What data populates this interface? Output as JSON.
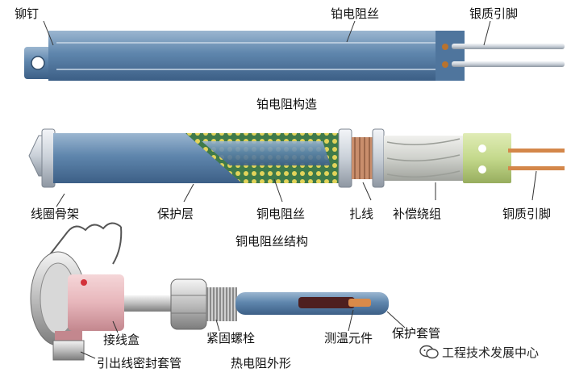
{
  "diagram1": {
    "caption": "铂电阻构造",
    "labels": {
      "rivet": "铆钉",
      "platinum_wire": "铂电阻丝",
      "silver_leads": "银质引脚"
    }
  },
  "diagram2": {
    "caption": "铜电阻丝结构",
    "labels": {
      "coil_frame": "线圈骨架",
      "protective_layer": "保护层",
      "copper_wire": "铜电阻丝",
      "binding_wire": "扎线",
      "compensation_winding": "补偿绕组",
      "copper_leads": "铜质引脚"
    }
  },
  "diagram3": {
    "caption": "热电阻外形",
    "labels": {
      "junction_box": "接线盒",
      "fastening_bolt": "紧固螺栓",
      "sensing_element": "测温元件",
      "protective_sleeve": "保护套管",
      "lead_seal_sleeve": "引出线密封套管"
    }
  },
  "watermark": {
    "text": "工程技术发展中心",
    "icon": "wechat-icon"
  },
  "colors": {
    "tube_blue": "#5f86ad",
    "tube_dark": "#3c5f86",
    "mesh_yellow": "#e2d35a",
    "mesh_green": "#3f7a4a",
    "lead_silver": "#d9dee4",
    "lead_copper": "#d4874a",
    "cap_green": "#c4d98c",
    "box_pink": "#e7b6bb"
  }
}
